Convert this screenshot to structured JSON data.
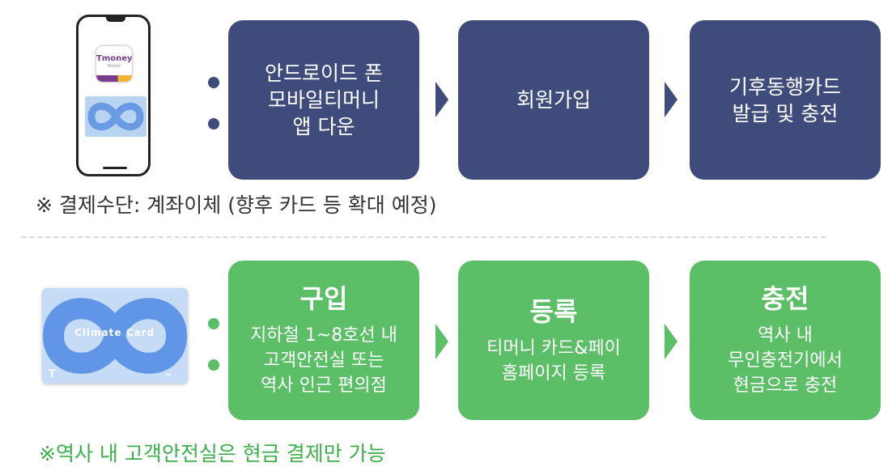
{
  "top_row": {
    "boxes": [
      {
        "text": "안드로이드 폰\n모바일티머니\n앱 다운"
      },
      {
        "text": "회원가입"
      },
      {
        "text": "기후동행카드\n발급 및 충전"
      }
    ],
    "phone": {
      "app_name": "Tmoney",
      "app_sub": "Mobile"
    },
    "note": "※ 결제수단: 계좌이체 (향후 카드 등 확대 예정)"
  },
  "bottom_row": {
    "boxes": [
      {
        "title": "구입",
        "body": "지하철 1~8호선 내\n고객안전실 또는\n역사 인근 편의점"
      },
      {
        "title": "등록",
        "body": "티머니 카드&페이\n홈페이지 등록"
      },
      {
        "title": "충전",
        "body": "역사 내\n무인충전기에서\n현금으로 충전"
      }
    ],
    "card": {
      "title": "Climate Card"
    },
    "note": "※역사 내 고객안전실은 현금 결제만 가능"
  },
  "colors": {
    "navy": "#3f4b7a",
    "green": "#5cbf67",
    "note_green": "#3eae4c"
  },
  "icons": [
    "phone-icon",
    "tmoney-app-icon",
    "climate-card-icon",
    "arrow-right-icon",
    "bullet-dot-icon"
  ]
}
